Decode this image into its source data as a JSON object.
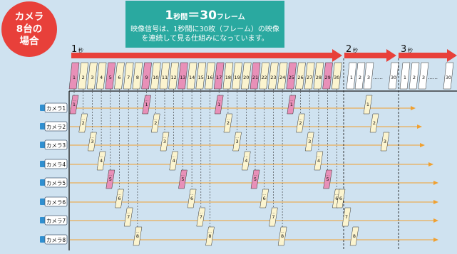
{
  "badge": {
    "text": "カメラ\n8台の\n場合"
  },
  "title": {
    "num1": "1",
    "unit1": "秒間",
    "eq": "＝",
    "num2": "30",
    "unit2": "フレーム"
  },
  "description": "映像信号は、1秒間に30枚（フレーム）の映像\nを連続して見る仕組みになっています。",
  "timeline": {
    "sec1": "1",
    "sec2": "2",
    "sec3": "3",
    "unit": "秒",
    "dots": "……",
    "last": "30",
    "ellipsis": "…"
  },
  "sec2_frames": [
    "1",
    "2",
    "3"
  ],
  "sec3_frames": [
    "1",
    "2",
    "3"
  ],
  "cameras": [
    "カメラ1",
    "カメラ2",
    "カメラ3",
    "カメラ4",
    "カメラ5",
    "カメラ6",
    "カメラ7",
    "カメラ8"
  ],
  "colors": {
    "background": "#cfe2f0",
    "badge": "#e8403a",
    "title_box": "#2aa9a0",
    "arrow": "#e8403a",
    "frame_pink": "#e890b8",
    "frame_cream": "#fbf4cf",
    "camera_line": "#f0a030",
    "camera_icon": "#2f8fd0"
  }
}
